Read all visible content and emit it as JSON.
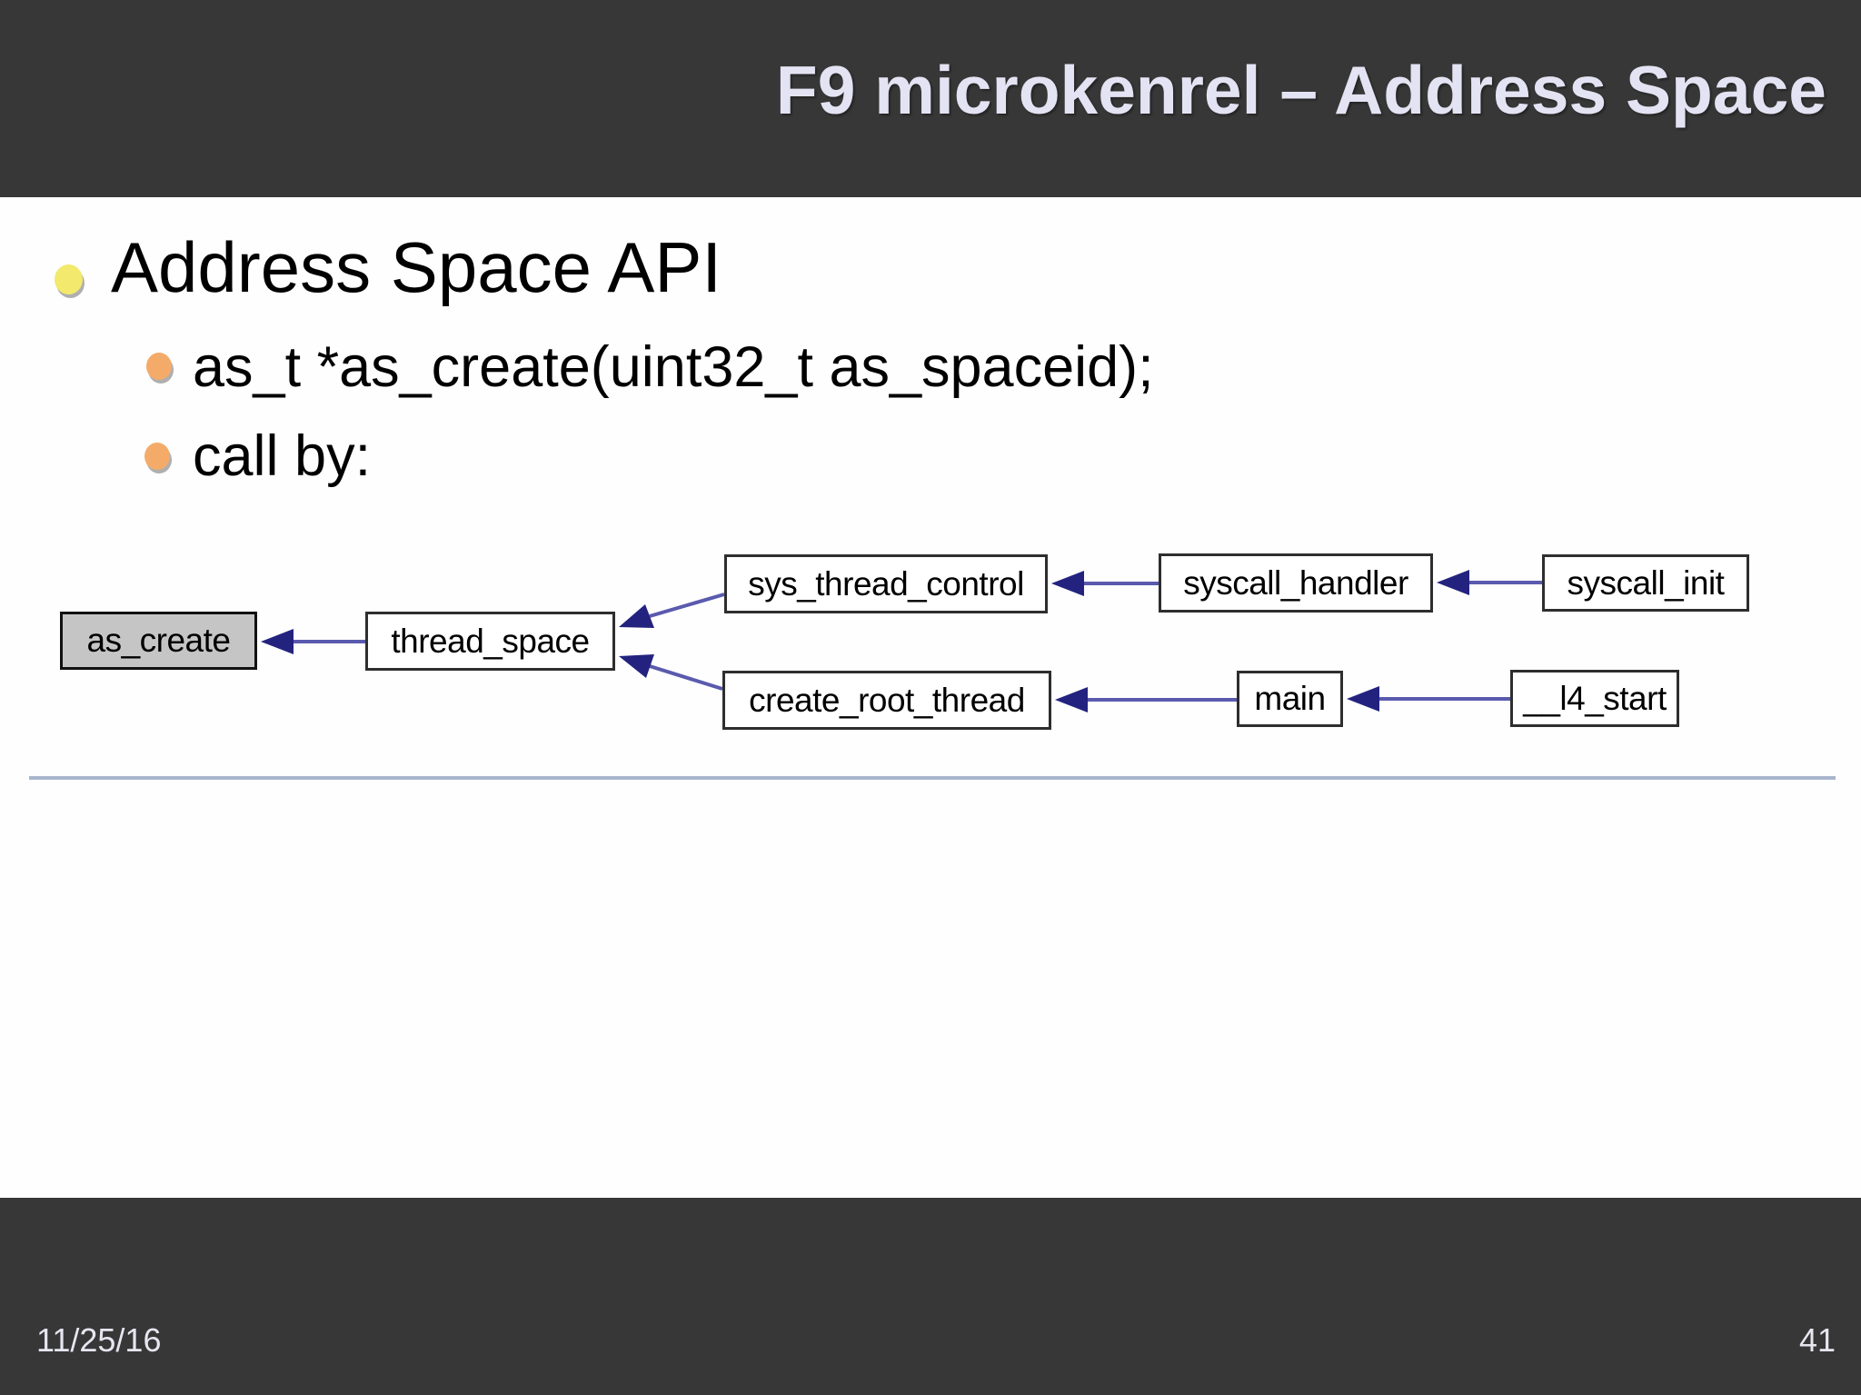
{
  "slide": {
    "header": {
      "title": "F9 microkenrel – Address Space"
    },
    "bullets": {
      "level1": "Address Space API",
      "level2": [
        "as_t *as_create(uint32_t as_spaceid);",
        "call by:"
      ]
    },
    "diagram": {
      "type": "call-graph",
      "nodes": [
        {
          "id": "as_create",
          "label": "as_create",
          "highlighted": true
        },
        {
          "id": "thread_space",
          "label": "thread_space",
          "highlighted": false
        },
        {
          "id": "sys_thread_control",
          "label": "sys_thread_control",
          "highlighted": false
        },
        {
          "id": "create_root_thread",
          "label": "create_root_thread",
          "highlighted": false
        },
        {
          "id": "syscall_handler",
          "label": "syscall_handler",
          "highlighted": false
        },
        {
          "id": "main",
          "label": "main",
          "highlighted": false
        },
        {
          "id": "syscall_init",
          "label": "syscall_init",
          "highlighted": false
        },
        {
          "id": "__l4_start",
          "label": "__l4_start",
          "highlighted": false
        }
      ],
      "edges": [
        {
          "from": "thread_space",
          "to": "as_create"
        },
        {
          "from": "sys_thread_control",
          "to": "thread_space"
        },
        {
          "from": "create_root_thread",
          "to": "thread_space"
        },
        {
          "from": "syscall_handler",
          "to": "sys_thread_control"
        },
        {
          "from": "syscall_init",
          "to": "syscall_handler"
        },
        {
          "from": "main",
          "to": "create_root_thread"
        },
        {
          "from": "__l4_start",
          "to": "main"
        }
      ],
      "colors": {
        "edge_line": "#5a5aae",
        "edge_arrowhead": "#23237f",
        "highlight_fill": "#c5c5c5",
        "node_fill": "#ffffff",
        "node_border": "#2e2e2e"
      }
    },
    "footer": {
      "date": "11/25/16",
      "page_number": "41"
    },
    "colors": {
      "bar_background": "#373737",
      "title_text": "#e3e3f3",
      "body_text": "#000000",
      "bullet_level1": "#f2e96d",
      "bullet_level2": "#f4ab6a",
      "separator": "#a9b5ce"
    }
  }
}
